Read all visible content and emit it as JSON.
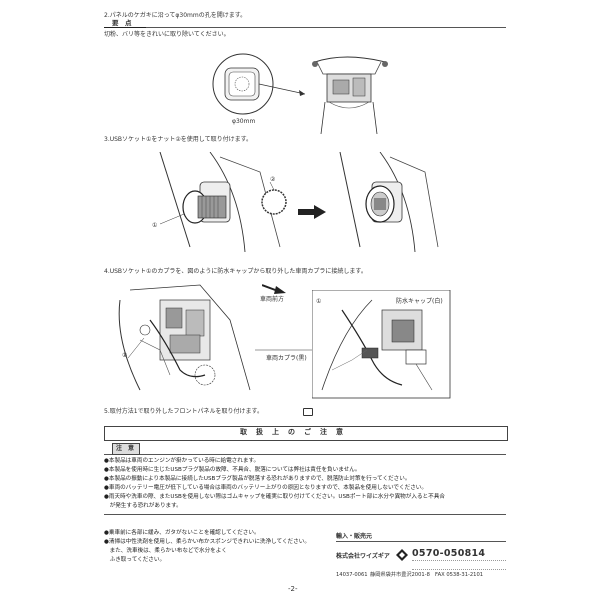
{
  "step2": {
    "text": "2.パネルのケガキに沿ってφ30mmの孔を開けます。",
    "point_heading": "要　点",
    "point_text": "切粉、バリ等をきれいに取り除いてください。",
    "hole_label": "φ30mm"
  },
  "step3": {
    "text": "3.USBソケット①をナット②を使用して取り付けます。",
    "callout_1": "①",
    "callout_2": "②"
  },
  "step4": {
    "text": "4.USBソケット①のカプラを、図のように防水キャップから取り外した車両カプラに接続します。",
    "front_label": "車両前方",
    "coupler_label": "車両カプラ(黒)",
    "cap_label": "防水キャップ(白)",
    "callout_1a": "①",
    "callout_1b": "①"
  },
  "step5": {
    "text": "5.取付方法1で取り外したフロントパネルを取り付けます。"
  },
  "caution": {
    "title": "取　扱　上　の　ご　注　意",
    "heading": "注　意",
    "items": [
      "●本製品は車両のエンジンが掛かっている時に給電されます。",
      "●本製品を使用時に生じたUSBプラグ製品の故障、不具合、脱落については弊社は責任を負いません。",
      "●本製品の振動により本製品に接続したUSBプラグ製品が脱落する恐れがありますので、脱落防止対策を行ってください。",
      "●車両のバッテリー電圧が低下している場合は車両のバッテリー上がりの原因となりますので、本製品を使用しないでください。",
      "●雨天時や洗車の際、またUSBを使用しない際はゴムキャップを確実に取り付けてください。USBポート部に水分や異物が入ると不具合",
      "　が発生する恐れがあります。"
    ],
    "bottom_items": [
      "●乗車前に各部に緩み、ガタがないことを確認してください。",
      "●清掃は中性洗剤を使用し、柔らかい布かスポンジできれいに洗浄してください。",
      "　また、洗車後は、柔らかい布などで水分をよく",
      "　ふき取ってください。"
    ]
  },
  "company": {
    "label": "輸入・販売元",
    "name": "株式会社ワイズギア",
    "phone": "0570-050814",
    "code": "14037-0061",
    "footer": "静岡県袋井市豊沢2001-8　FAX 0538-31-2101"
  },
  "page_number": "-2-"
}
